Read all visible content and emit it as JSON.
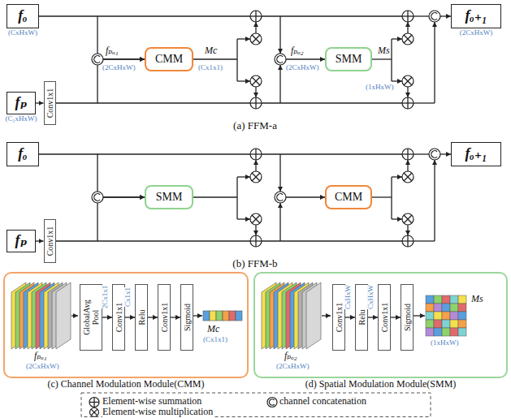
{
  "diagram": {
    "nodes": [
      {
        "text": [
          "fₒ",
          "(CxHxW)"
        ]
      },
      {
        "text": [
          "fₚ",
          "(C₁xHxW)"
        ]
      },
      {
        "text": [
          "Conv1x1"
        ]
      },
      {
        "text": [
          "CMM"
        ]
      },
      {
        "text": [
          "SMM"
        ]
      },
      {
        "text": [
          "fₒ₊₁",
          "(2CxHxW)"
        ]
      },
      {
        "text": [
          "fₒ"
        ]
      },
      {
        "text": [
          "fₚ"
        ]
      },
      {
        "text": [
          "Conv1x1"
        ]
      },
      {
        "text": [
          "SMM"
        ]
      },
      {
        "text": [
          "CMM"
        ]
      },
      {
        "text": [
          "fₒ₊₁"
        ]
      },
      {
        "text": [
          "(c) Channel Modulation Module(CMM)"
        ]
      },
      {
        "text": [
          "GlobalAvg Pool"
        ],
        "in": 12
      },
      {
        "text": [
          "Conv1x1"
        ],
        "in": 12
      },
      {
        "text": [
          "Relu"
        ],
        "in": 12
      },
      {
        "text": [
          "Conv1x1"
        ],
        "in": 12
      },
      {
        "text": [
          "Sigmoid"
        ],
        "in": 12
      },
      {
        "text": [
          "(d) Spatial Modulation Module(SMM)"
        ]
      },
      {
        "text": [
          "Conv1x1"
        ],
        "in": 18
      },
      {
        "text": [
          "Relu"
        ],
        "in": 18
      },
      {
        "text": [
          "Conv1x1"
        ],
        "in": 18
      },
      {
        "text": [
          "Sigmoid"
        ],
        "in": 18
      }
    ],
    "edges": [
      {
        "from": 1,
        "to": 2,
        "arrow": "to"
      },
      {
        "from": 0,
        "to": 3,
        "arrow": "to"
      },
      {
        "from": 2,
        "to": 3,
        "arrow": "to"
      },
      {
        "from": 7,
        "to": 8,
        "arrow": "to"
      },
      {
        "from": 6,
        "to": 9,
        "arrow": "to"
      },
      {
        "from": 8,
        "to": 9,
        "arrow": "to"
      },
      {
        "from": 13,
        "to": 14,
        "label": "2Cx1x1",
        "arrow": "to"
      },
      {
        "from": 14,
        "to": 15,
        "label": "Cx1x1",
        "arrow": "to"
      },
      {
        "from": 15,
        "to": 16,
        "arrow": "to"
      },
      {
        "from": 16,
        "to": 17,
        "arrow": "to"
      },
      {
        "from": 19,
        "to": 20,
        "label": "CxHxW",
        "arrow": "to"
      },
      {
        "from": 20,
        "to": 21,
        "label": "CxHxW",
        "arrow": "to"
      },
      {
        "from": 21,
        "to": 22,
        "arrow": "to"
      }
    ],
    "labels": [
      "fₚₒ₁",
      "(2CxHxW)",
      "Mc",
      "(Cx1x1)",
      "fₚₒ₂",
      "(2CxHxW)",
      "Ms",
      "(1xHxW)",
      "(a) FFM-a",
      "(b) FFM-b",
      "fₚₒ₁",
      "(2CxHxW)",
      "Mc",
      "(Cx1x1)",
      "fₚₒ₂",
      "(2CxHxW)",
      "Ms",
      "(1xHxW)"
    ],
    "legend": [
      {
        "text": "Element-wise summation"
      },
      {
        "text": "channel concatenation"
      },
      {
        "text": "Element-wise multiplication"
      }
    ]
  }
}
